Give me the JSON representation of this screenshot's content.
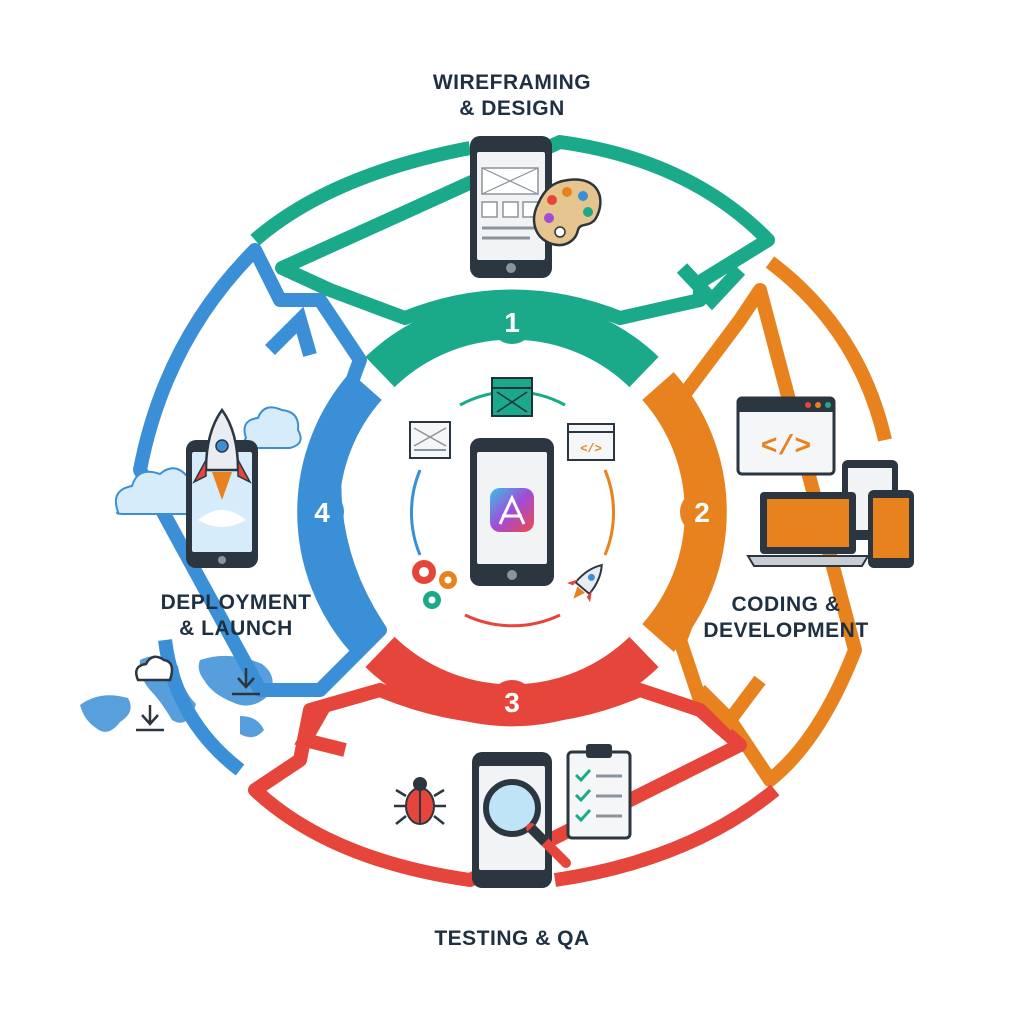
{
  "stages": [
    {
      "number": "1",
      "line1": "WIREFRAMING",
      "line2": "& DESIGN",
      "color": "#1aaa8a"
    },
    {
      "number": "2",
      "line1": "CODING &",
      "line2": "DEVELOPMENT",
      "color": "#e8821e"
    },
    {
      "number": "3",
      "line1": "TESTING & QA",
      "line2": "",
      "color": "#e5453a"
    },
    {
      "number": "4",
      "line1": "DEPLOYMENT",
      "line2": "& LAUNCH",
      "color": "#3a8fd6"
    }
  ],
  "center": {
    "code_glyph": "</>"
  },
  "coding": {
    "code_glyph": "</>"
  },
  "colors": {
    "outline": "#2b3640",
    "screen": "#f1f3f5",
    "text": "#1f3042",
    "cloud": "#d6ecfb"
  },
  "icons": [
    "smartphone-icon",
    "palette-icon",
    "code-window-icon",
    "laptop-icon",
    "tablet-icon",
    "magnifier-icon",
    "bug-icon",
    "checklist-icon",
    "rocket-icon",
    "cloud-icon",
    "world-map-icon",
    "download-icon",
    "gear-icon",
    "app-store-icon"
  ]
}
